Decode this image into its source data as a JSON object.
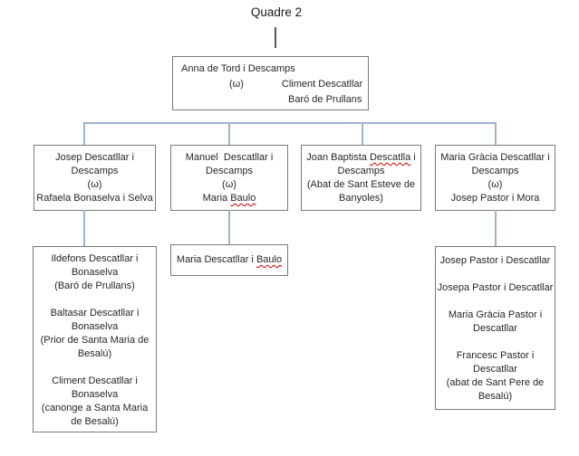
{
  "title": "Quadre 2",
  "colors": {
    "connector_blue": "#9db3d3",
    "title_stem_gray": "#595959",
    "box_border_gray": "#7a7a7a",
    "text": "#262626",
    "misspelling_underline_red": "#cc0000"
  },
  "boxes": {
    "anna": {
      "name_line": "Anna de Tord i Descamps",
      "marriage_symbol": "(ω)",
      "spouse": "Climent Descatllar",
      "spouse_title": "Baró de Prullans"
    },
    "josep": {
      "l1": "Josep Descatllar i",
      "l2": "Descamps",
      "l3": "(ω)",
      "l4": "Rafaela Bonaselva i Selva"
    },
    "manuel": {
      "l1": "Manuel  Descatllar i",
      "l2": "Descamps",
      "l3": "(ω)",
      "l4a": "Maria ",
      "l4b_misspelled": "Baulo"
    },
    "joan": {
      "l1a": "Joan Baptista ",
      "l1b_misspelled": "Descatlla",
      "l1c": " i",
      "l2": "Descamps",
      "l3": "(Abat de Sant Esteve de",
      "l4": "Banyoles)"
    },
    "maria_gracia": {
      "l1": "Maria Gràcia Descatllar i",
      "l2": "Descamps",
      "l3": "(ω)",
      "l4": "Josep Pastor i Mora"
    },
    "bonaselva_children": {
      "lines": [
        "Ildefons Descatllar i",
        "Bonaselva",
        "(Baró de Prullans)",
        "",
        "Baltasar Descatllar i",
        "Bonaselva",
        "(Prior de Santa Maria de",
        "Besalú)",
        "",
        "Climent Descatllar i",
        "Bonaselva",
        "(canonge a Santa Maria",
        "de Besalú)"
      ]
    },
    "maria_baulo": {
      "l1a": "Maria Descatllar i ",
      "l1b_misspelled": "Baulo"
    },
    "pastor_children": {
      "lines": [
        "Josep Pastor i Descatllar",
        "",
        "Josepa Pastor i Descatllar",
        "",
        "Maria Gràcia Pastor i",
        "Descatllar",
        "",
        "Francesc Pastor i",
        "Descatllar",
        "(abat de Sant Pere de",
        "Besalú)"
      ]
    }
  }
}
